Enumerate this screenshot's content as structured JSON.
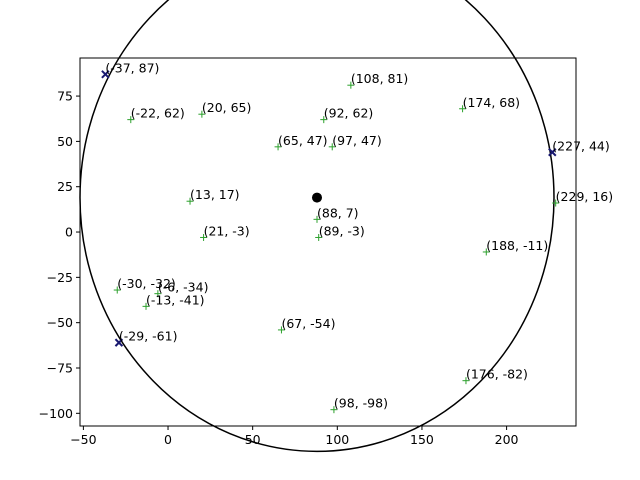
{
  "chart_data": {
    "type": "scatter",
    "title": "",
    "xlabel": "",
    "ylabel": "",
    "xlim": [
      -52,
      241
    ],
    "ylim": [
      -107,
      96
    ],
    "xticks": [
      -50,
      0,
      50,
      100,
      150,
      200
    ],
    "yticks": [
      -100,
      -75,
      -50,
      -25,
      0,
      25,
      50,
      75
    ],
    "grid": false,
    "points": [
      {
        "x": 108,
        "y": 81,
        "label": "(108, 81)"
      },
      {
        "x": 174,
        "y": 68,
        "label": "(174, 68)"
      },
      {
        "x": -22,
        "y": 62,
        "label": "(-22, 62)"
      },
      {
        "x": 20,
        "y": 65,
        "label": "(20, 65)"
      },
      {
        "x": 92,
        "y": 62,
        "label": "(92, 62)"
      },
      {
        "x": 65,
        "y": 47,
        "label": "(65, 47)"
      },
      {
        "x": 97,
        "y": 47,
        "label": "(97, 47)"
      },
      {
        "x": 13,
        "y": 17,
        "label": "(13, 17)"
      },
      {
        "x": 229,
        "y": 16,
        "label": "(229, 16)"
      },
      {
        "x": 88,
        "y": 7,
        "label": "(88, 7)"
      },
      {
        "x": 21,
        "y": -3,
        "label": "(21, -3)"
      },
      {
        "x": 89,
        "y": -3,
        "label": "(89, -3)"
      },
      {
        "x": 188,
        "y": -11,
        "label": "(188, -11)"
      },
      {
        "x": -30,
        "y": -32,
        "label": "(-30, -32)"
      },
      {
        "x": -6,
        "y": -34,
        "label": "(-6, -34)"
      },
      {
        "x": -13,
        "y": -41,
        "label": "(-13, -41)"
      },
      {
        "x": 67,
        "y": -54,
        "label": "(67, -54)"
      },
      {
        "x": 176,
        "y": -82,
        "label": "(176, -82)"
      },
      {
        "x": 98,
        "y": -98,
        "label": "(98, -98)"
      }
    ],
    "hull_points": [
      {
        "x": -37,
        "y": 87,
        "label": "(-37, 87)"
      },
      {
        "x": 227,
        "y": 44,
        "label": "(227, 44)"
      },
      {
        "x": -29,
        "y": -61,
        "label": "(-29, -61)"
      }
    ],
    "center": {
      "x": 88,
      "y": 19
    },
    "circle_radius": 140,
    "colors": {
      "point": "#2ca02c",
      "hull_point": "#191970",
      "center": "#000000",
      "circle": "#000000"
    }
  }
}
